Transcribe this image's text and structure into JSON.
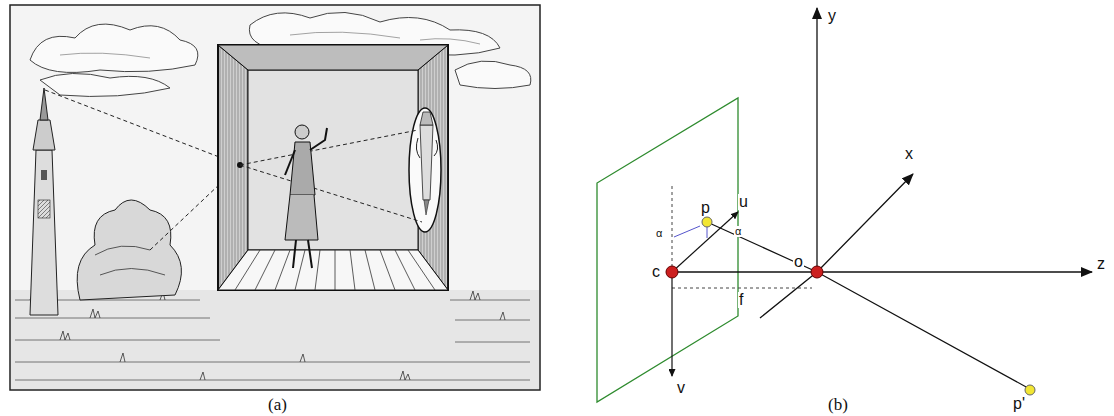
{
  "diagram": {
    "labels": [
      "(a)",
      "(b)",
      "y",
      "x",
      "z",
      "p",
      "u",
      "α",
      "α",
      "c",
      "o",
      "f",
      "v",
      "p'"
    ]
  }
}
